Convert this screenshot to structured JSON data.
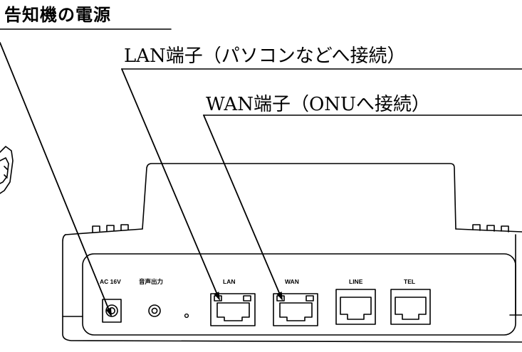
{
  "callouts": {
    "power": "告知機の電源",
    "lan": "LAN端子（パソコンなどへ接続）",
    "wan": "WAN端子（ONUへ接続）"
  },
  "device": {
    "panel_labels": {
      "ac": "AC 16V",
      "audio": "音声出力",
      "lan": "LAN",
      "wan": "WAN",
      "line": "LINE",
      "tel": "TEL"
    }
  },
  "colors": {
    "ink": "#000000",
    "background": "#ffffff"
  }
}
